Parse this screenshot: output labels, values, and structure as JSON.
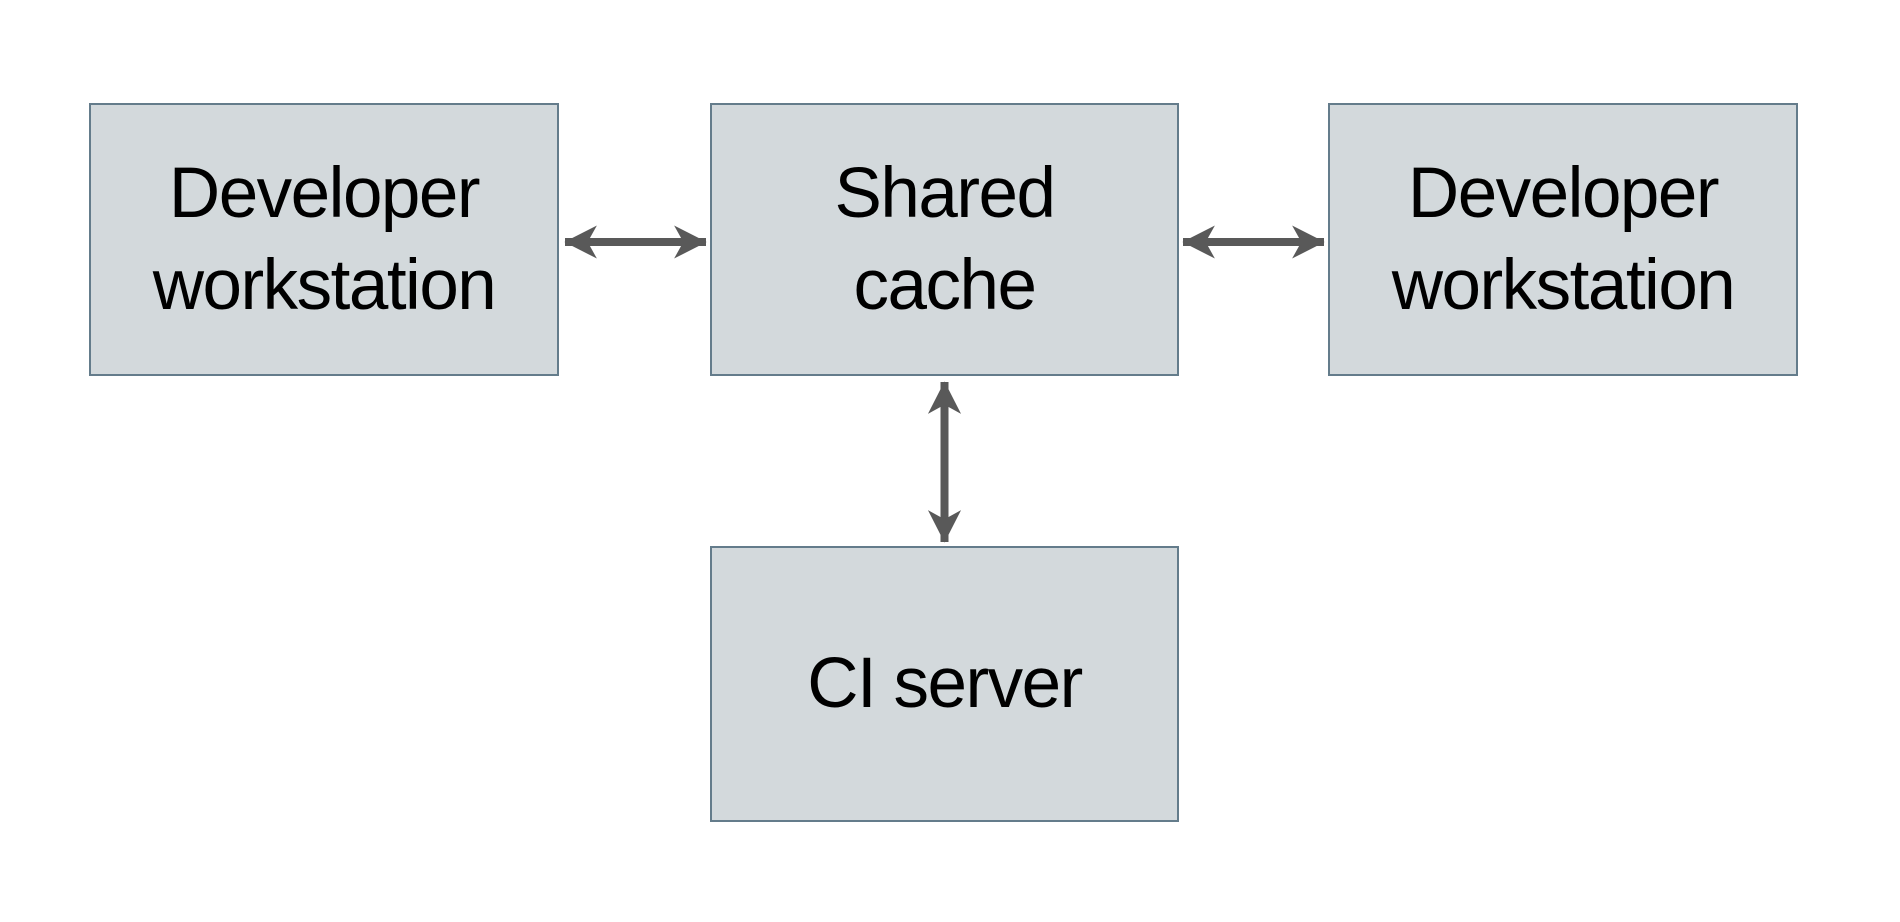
{
  "diagram": {
    "description": "Shared cache topology diagram",
    "colors": {
      "background": "#ffffff",
      "box_fill": "#d3d9dc",
      "box_border": "#647c8b",
      "arrow": "#595959",
      "text": "#000000"
    },
    "nodes": [
      {
        "id": "developer-workstation-left",
        "lines": [
          "Developer",
          "workstation"
        ]
      },
      {
        "id": "shared-cache",
        "lines": [
          "Shared",
          "cache"
        ]
      },
      {
        "id": "developer-workstation-right",
        "lines": [
          "Developer",
          "workstation"
        ]
      },
      {
        "id": "ci-server",
        "lines": [
          "CI server"
        ]
      }
    ],
    "edges": [
      {
        "from": "developer-workstation-left",
        "to": "shared-cache",
        "direction": "bidirectional"
      },
      {
        "from": "shared-cache",
        "to": "developer-workstation-right",
        "direction": "bidirectional"
      },
      {
        "from": "shared-cache",
        "to": "ci-server",
        "direction": "bidirectional"
      }
    ]
  }
}
